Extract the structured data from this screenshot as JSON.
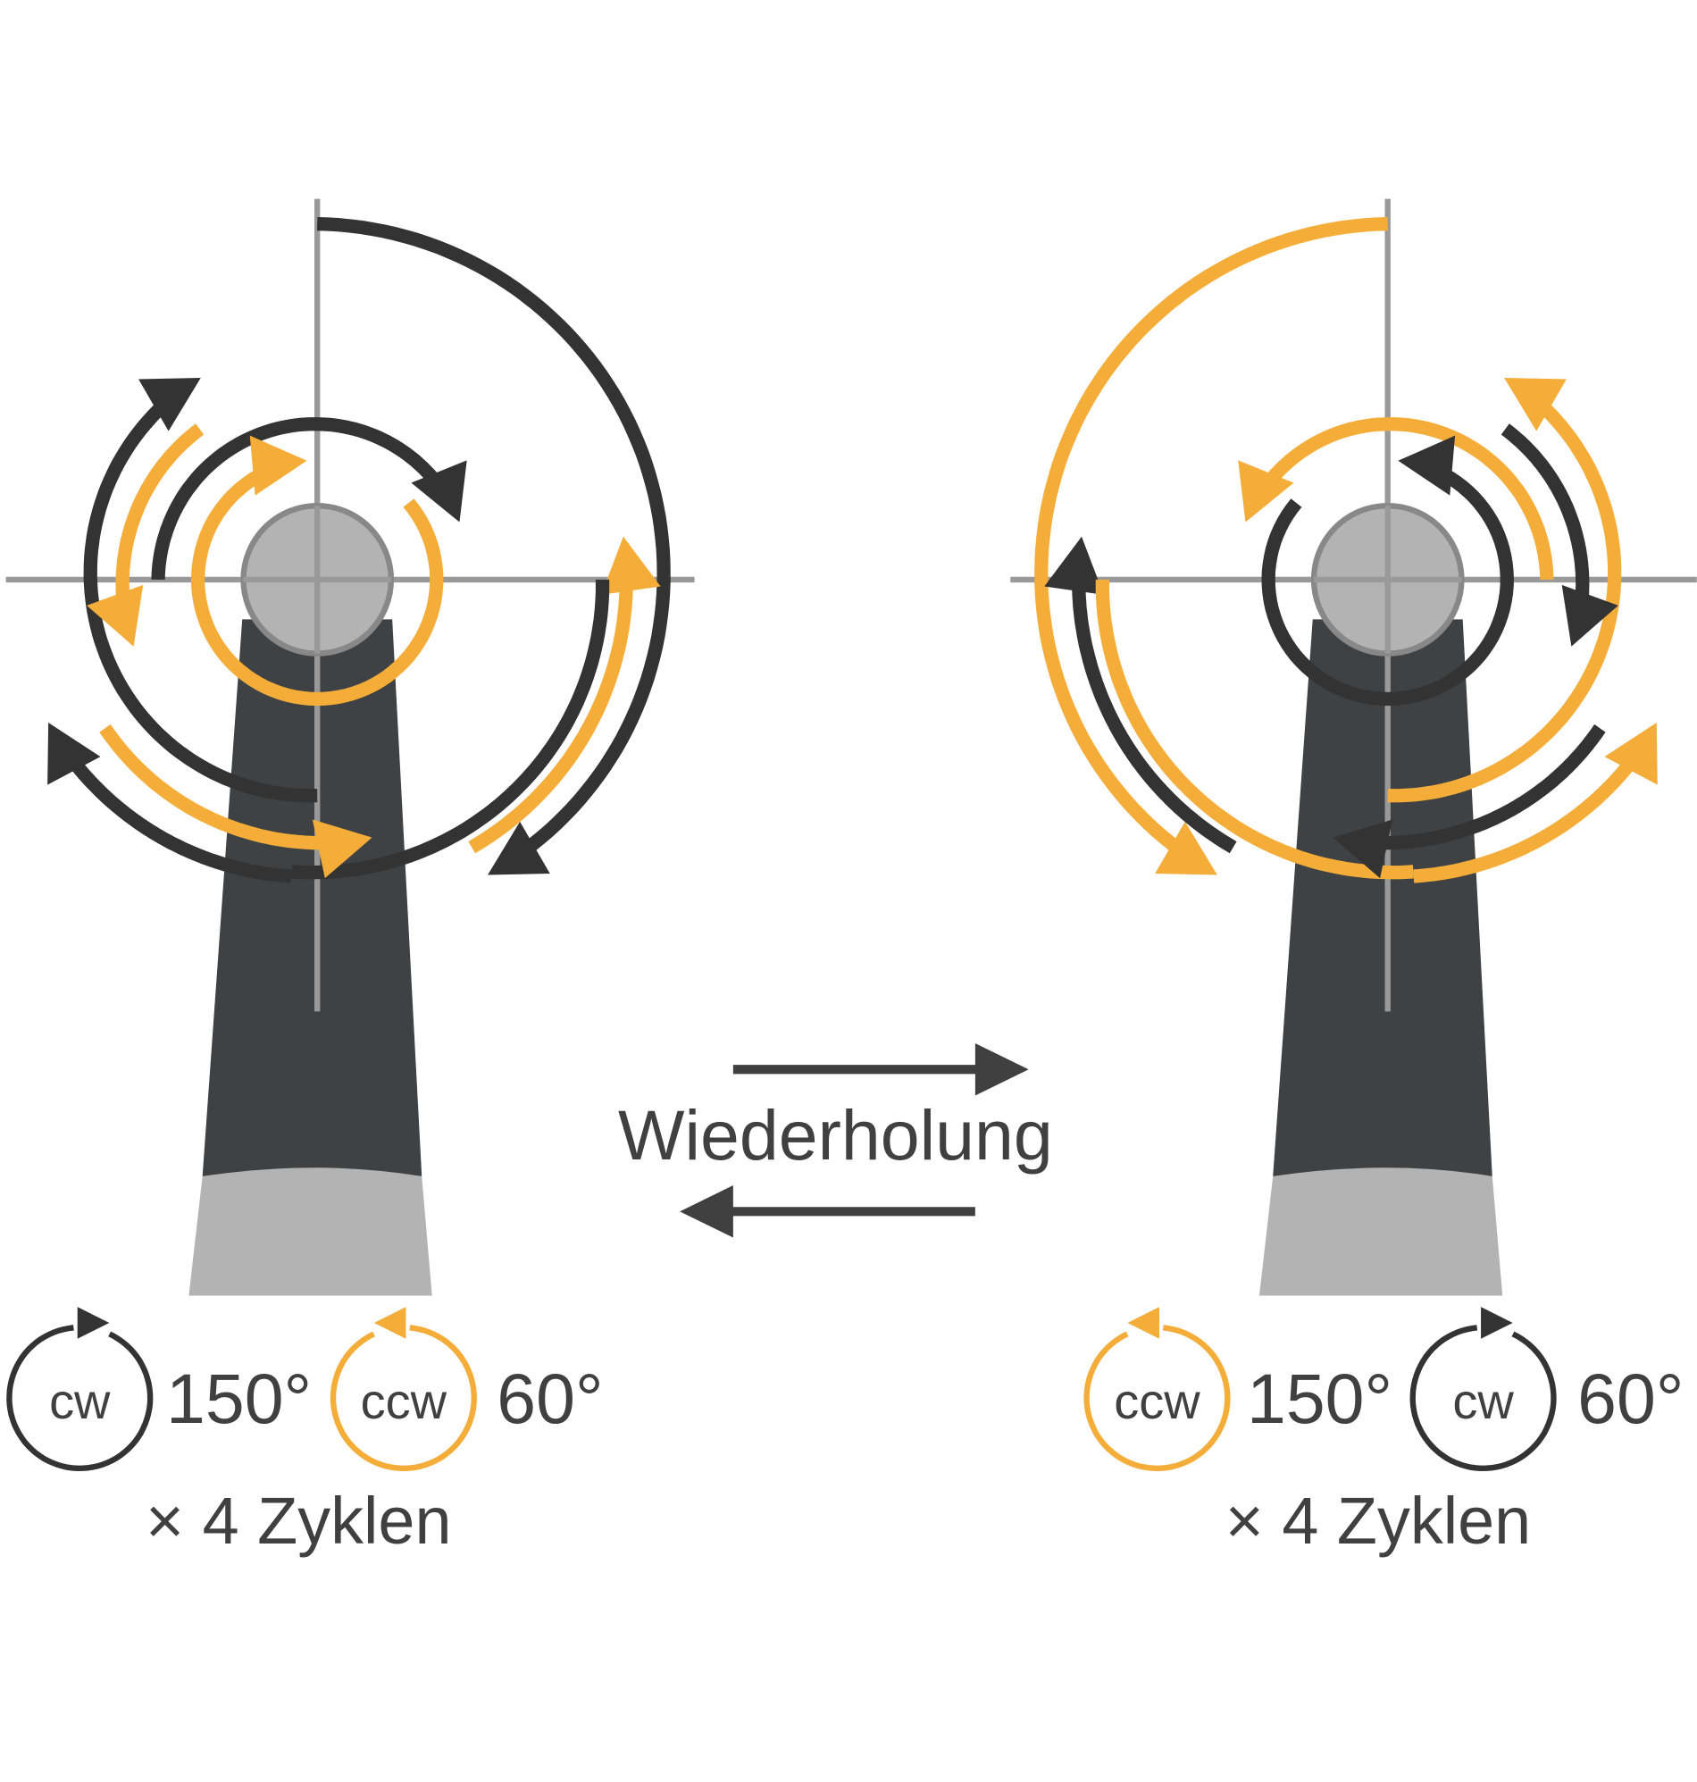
{
  "center_label": "Wiederholung",
  "left": {
    "step1": {
      "direction": "cw",
      "angle": "150°"
    },
    "step2": {
      "direction": "ccw",
      "angle": "60°"
    },
    "cycles": "× 4 Zyklen"
  },
  "right": {
    "step1": {
      "direction": "ccw",
      "angle": "150°"
    },
    "step2": {
      "direction": "cw",
      "angle": "60°"
    },
    "cycles": "× 4 Zyklen"
  },
  "colors": {
    "cw": "#333333",
    "ccw": "#F5AD3A",
    "handle": "#3F4244",
    "handle_tip": "#B3B3B3",
    "crosshair": "#999999"
  }
}
